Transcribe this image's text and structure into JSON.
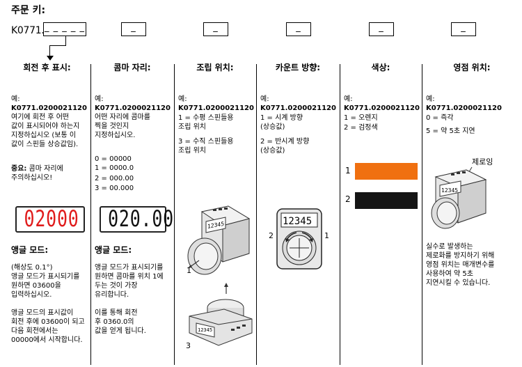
{
  "header": {
    "title": "주문 키:",
    "order_code": "K0771.",
    "box_main": "_ _ _ _ _",
    "box_placeholder": "_"
  },
  "columns": [
    {
      "heading": "회전 후 표시:",
      "example_label": "예:",
      "example_code": "K0771.0200021120",
      "body": "여기에 회전 후 어떤\n값이 표시되어야 하는지\n지정하십시오 (보통 이\n값이 스핀들 상승값임).",
      "note_label": "중요:",
      "note_text": " 콤마 자리에\n주의하십시오!",
      "display": "02000",
      "display_color": "#e01b1b",
      "section_title": "앵글 모드:",
      "section_text": "(해상도 0.1°)\n앵글 모드가 표시되기를\n원하면 03600을\n입력하십시오.\n\n앵글 모드의 표시값이\n회전 후에 03600이 되고\n다음 회전에서는\n00000에서 시작합니다."
    },
    {
      "heading": "콤마 자리:",
      "example_label": "예:",
      "example_code": "K0771.0200021120",
      "body": "어떤 자리에 콤마를\n찍을 것인지\n지정하십시오.",
      "options": [
        "0 = 00000",
        "1 = 0000.0",
        "2 = 000.00",
        "3 = 00.000"
      ],
      "display": "020.00",
      "section_title": "앵글 모드:",
      "section_text": "앵글 모드가 표시되기를\n원하면 콤마를 위치 1에\n두는 것이 가장\n유리합니다.\n\n이를 통해 회전\n후 0360.0의\n값을 얻게 됩니다."
    },
    {
      "heading": "조립 위치:",
      "example_label": "예:",
      "example_code": "K0771.0200021120",
      "options": [
        "1 = 수평 스핀들용\n      조립 위치",
        "3 = 수직 스핀들용\n      조립 위치"
      ],
      "device_reading": "12345",
      "label_1": "1",
      "label_3": "3"
    },
    {
      "heading": "카운트 방향:",
      "example_label": "예:",
      "example_code": "K0771.0200021120",
      "options": [
        "1 = 시계 방향\n      (상승값)",
        "2 = 반시계 방향\n      (상승값)"
      ],
      "device_reading": "12345",
      "label_left": "2",
      "label_right": "1"
    },
    {
      "heading": "색상:",
      "example_label": "예:",
      "example_code": "K0771.0200021120",
      "options": [
        "1 = 오렌지",
        "2 = 검정색"
      ],
      "swatch_1_label": "1",
      "swatch_2_label": "2",
      "swatch_1_color": "#f07010",
      "swatch_2_color": "#151515"
    },
    {
      "heading": "영점 위치:",
      "example_label": "예:",
      "example_code": "K0771.0200021120",
      "options": [
        "0 = 즉각",
        "5 = 약 5초 지연"
      ],
      "callout": "제로잉",
      "device_reading": "12345",
      "body": "실수로 발생하는\n제로화를 방지하기 위해\n영점 위치는 매개변수를\n사용하여 약 5초\n지연시킬 수 있습니다."
    }
  ]
}
